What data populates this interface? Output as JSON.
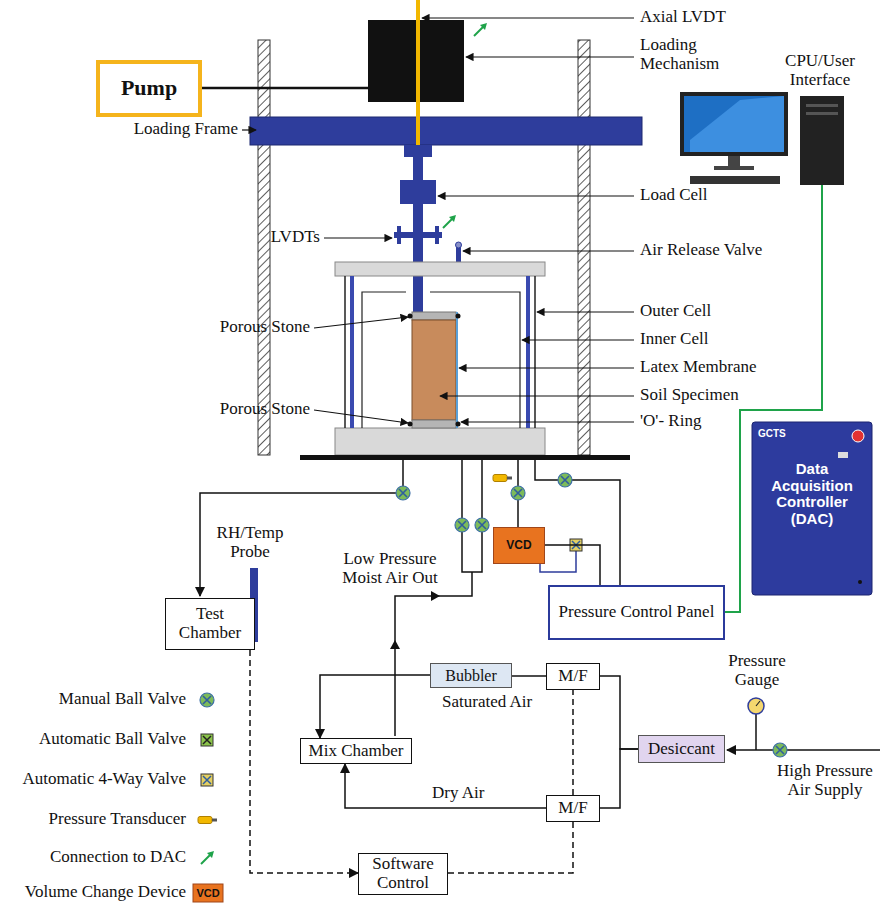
{
  "diagram": {
    "nodes": [
      {
        "text": [
          "Pump"
        ]
      },
      {
        "text": [
          "GCTS",
          "Data Acquisition Controller (DAC)"
        ]
      },
      {
        "text": [
          "VCD"
        ]
      },
      {
        "text": [
          "Test Chamber"
        ]
      },
      {
        "text": [
          "Pressure Control Panel"
        ]
      },
      {
        "text": [
          "Bubbler"
        ]
      },
      {
        "text": [
          "M/F"
        ]
      },
      {
        "text": [
          "Mix Chamber"
        ]
      },
      {
        "text": [
          "Desiccant"
        ]
      },
      {
        "text": [
          "M/F"
        ]
      },
      {
        "text": [
          "Software Control"
        ]
      }
    ],
    "edges": [
      {
        "from": 8,
        "to": 6,
        "arrow": "none"
      },
      {
        "from": 8,
        "to": 9,
        "arrow": "none"
      },
      {
        "from": 6,
        "to": 5,
        "arrow": "none"
      },
      {
        "from": 5,
        "to": 7,
        "arrow": "to",
        "label": "Saturated Air"
      },
      {
        "from": 9,
        "to": 7,
        "arrow": "to",
        "label": "Dry Air"
      },
      {
        "from": 3,
        "to": 10,
        "arrow": "to"
      },
      {
        "from": 10,
        "to": 9,
        "arrow": "none"
      },
      {
        "from": 9,
        "to": 6,
        "arrow": "none"
      },
      {
        "from": 2,
        "to": 4,
        "arrow": "none"
      }
    ],
    "labels": [
      "Axial LVDT",
      "Loading Mechanism",
      "CPU/User Interface",
      "Loading Frame",
      "Load Cell",
      "LVDTs",
      "Air Release Valve",
      "Outer Cell",
      "Porous Stone",
      "Inner Cell",
      "Latex Membrane",
      "Soil Specimen",
      "Porous Stone",
      "'O'- Ring",
      "RH/Temp Probe",
      "Low Pressure Moist Air Out",
      "Pressure Gauge",
      "High Pressure Air Supply",
      "VCD"
    ],
    "legend": [
      {
        "text": "Manual Ball Valve"
      },
      {
        "text": "Automatic Ball Valve"
      },
      {
        "text": "Automatic 4-Way Valve"
      },
      {
        "text": "Pressure Transducer"
      },
      {
        "text": "Connection to DAC"
      },
      {
        "text": "Volume Change Device"
      }
    ]
  }
}
